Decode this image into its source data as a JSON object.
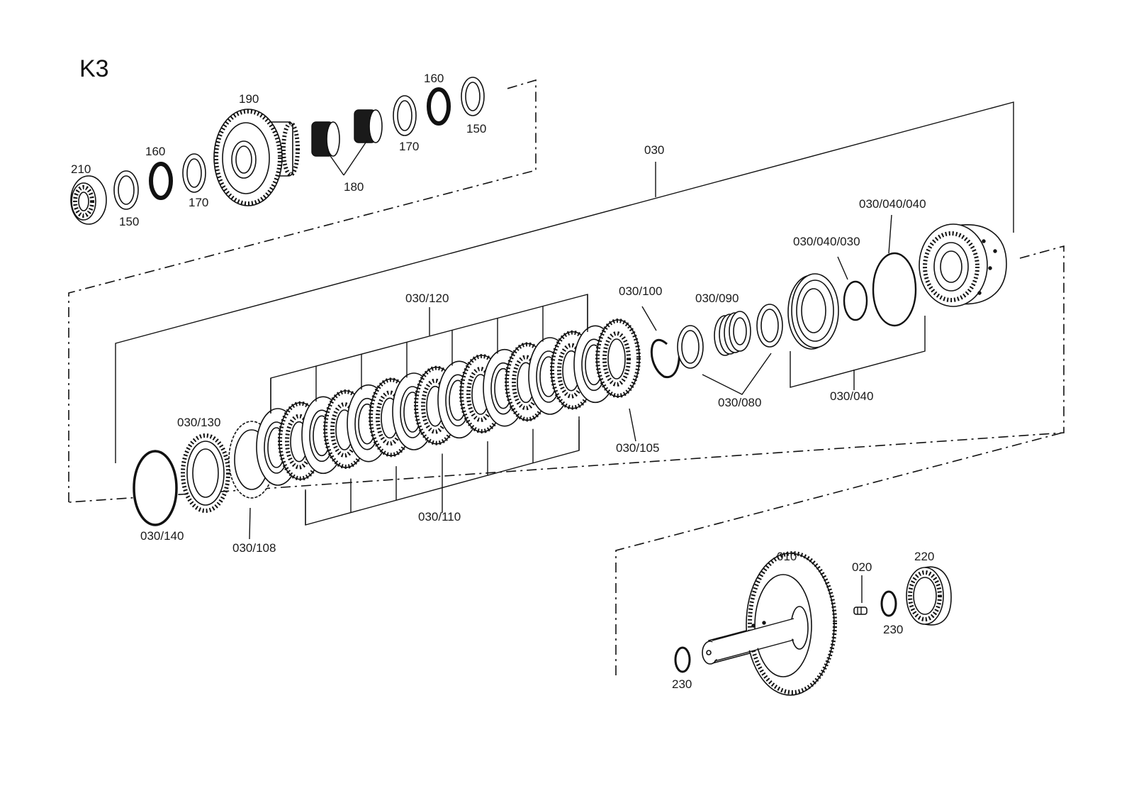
{
  "diagram": {
    "title": "K3",
    "labels": {
      "l010": "010",
      "l020": "020",
      "l030": "030",
      "l030_040": "030/040",
      "l030_040_030": "030/040/030",
      "l030_040_040": "030/040/040",
      "l030_080": "030/080",
      "l030_090": "030/090",
      "l030_100": "030/100",
      "l030_105": "030/105",
      "l030_108": "030/108",
      "l030_110": "030/110",
      "l030_120": "030/120",
      "l030_130": "030/130",
      "l030_140": "030/140",
      "l150a": "150",
      "l150b": "150",
      "l160a": "160",
      "l160b": "160",
      "l170a": "170",
      "l170b": "170",
      "l180": "180",
      "l190": "190",
      "l210": "210",
      "l220": "220",
      "l230a": "230",
      "l230b": "230"
    }
  }
}
